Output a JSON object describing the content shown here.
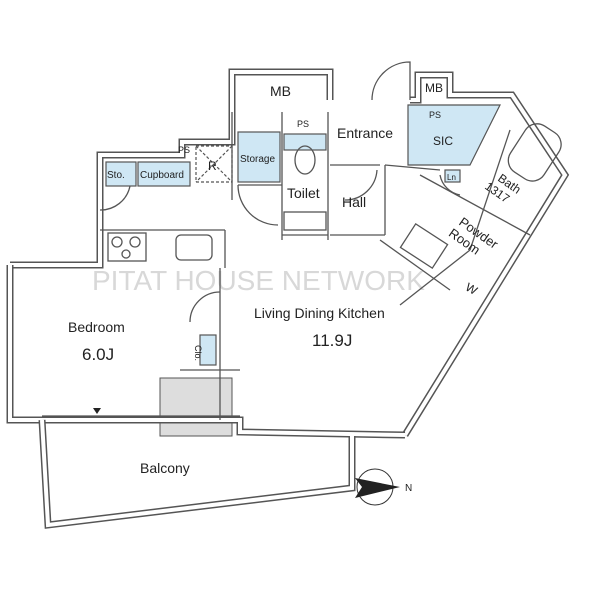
{
  "watermark": "PITAT HOUSE NETWORK",
  "rooms": {
    "mb_left": "MB",
    "mb_right": "MB",
    "ps_top": "PS",
    "ps_sic": "PS",
    "ps_left": "PS",
    "entrance": "Entrance",
    "sic": "SIC",
    "storage": "Storage",
    "toilet": "Toilet",
    "hall": "Hall",
    "refrigerator": "R",
    "sto": "Sto.",
    "cupboard": "Cupboard",
    "linen": "Ln",
    "bath": "Bath",
    "bath_size": "1317",
    "powder_room_line1": "Powder",
    "powder_room_line2": "Room",
    "washer": "W",
    "bedroom": "Bedroom",
    "bedroom_size": "6.0J",
    "ldk": "Living Dining Kitchen",
    "ldk_size": "11.9J",
    "closet": "Clo.",
    "balcony": "Balcony"
  },
  "compass": {
    "label": "N"
  },
  "colors": {
    "storage_fill": "#cfe7f4",
    "wall": "#555555"
  }
}
